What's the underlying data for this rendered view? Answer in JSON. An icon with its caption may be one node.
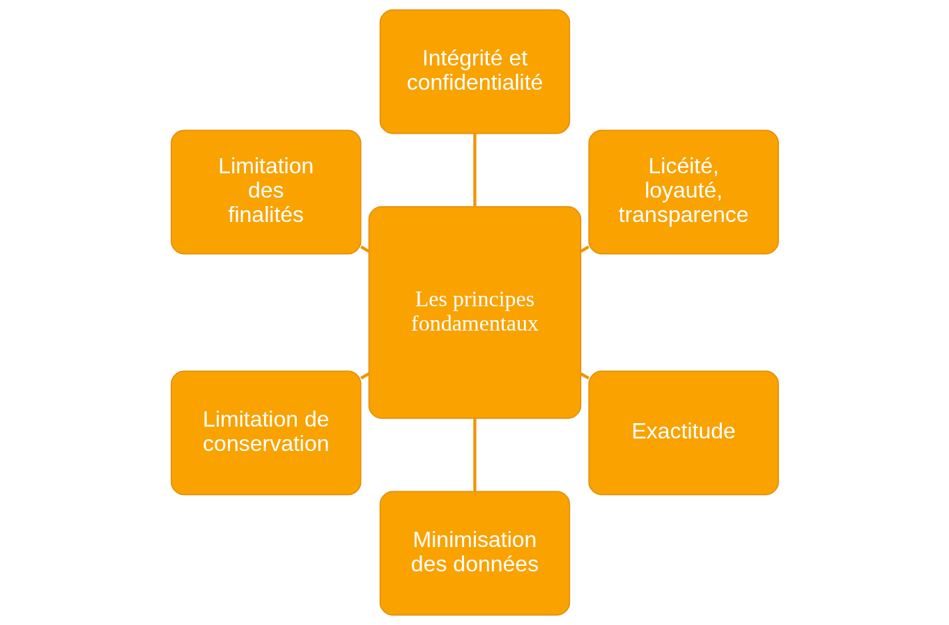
{
  "diagram": {
    "nodes": [
      {
        "text": [
          "Licéité, loyauté, transparence"
        ]
      },
      {
        "text": [
          "Intégrité et confidentialité"
        ]
      },
      {
        "text": [
          "Limitation des finalités"
        ]
      },
      {
        "text": [
          "Les principes fondamentaux"
        ]
      },
      {
        "text": [
          "Limitation de conservation"
        ]
      },
      {
        "text": [
          "Minimisation des données"
        ]
      },
      {
        "text": [
          "Exactitude"
        ]
      }
    ],
    "edges": [
      {
        "from": 3,
        "to": 0,
        "arrow": "none"
      },
      {
        "from": 3,
        "to": 2,
        "arrow": "none"
      },
      {
        "from": 3,
        "to": 5,
        "arrow": "none"
      },
      {
        "from": 3,
        "to": 6,
        "arrow": "none"
      },
      {
        "from": 3,
        "to": 4,
        "arrow": "none"
      },
      {
        "from": 3,
        "to": 1,
        "arrow": "none"
      }
    ]
  }
}
